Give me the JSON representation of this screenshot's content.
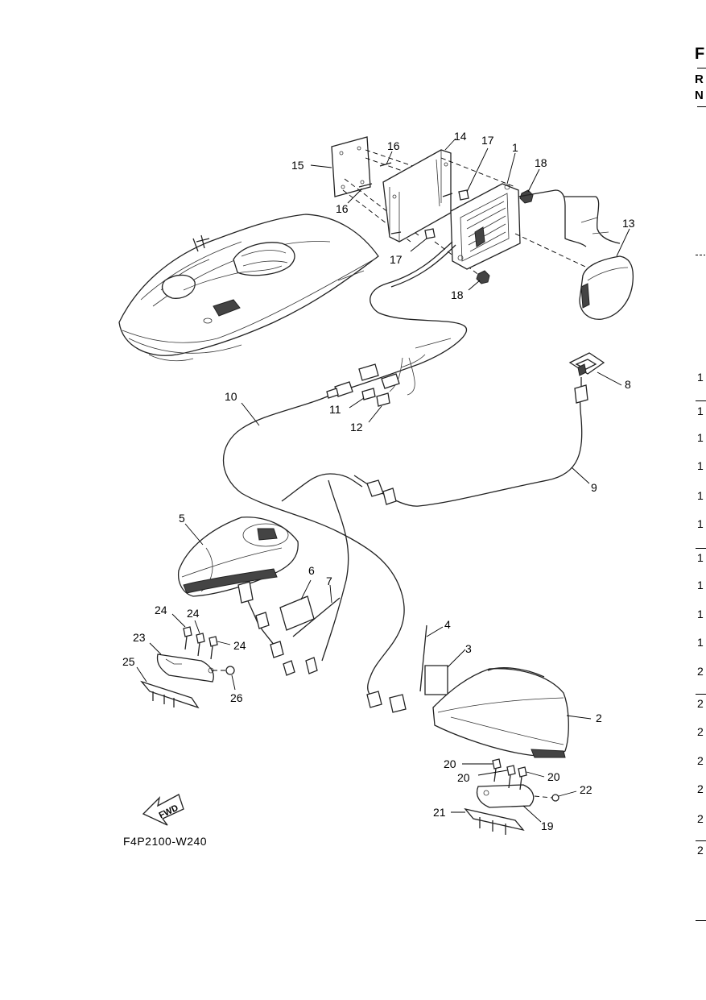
{
  "header": {
    "section_letter": "F",
    "row_r": "R",
    "row_n": "N"
  },
  "figure_code": "F4P2100-W240",
  "fwd_label": "FWD",
  "callouts": [
    "1",
    "2",
    "3",
    "4",
    "5",
    "6",
    "7",
    "8",
    "9",
    "10",
    "11",
    "12",
    "13",
    "14",
    "15",
    "16",
    "16",
    "17",
    "17",
    "18",
    "18",
    "19",
    "20",
    "20",
    "20",
    "21",
    "22",
    "23",
    "24",
    "24",
    "24",
    "25",
    "26"
  ],
  "right_column_marks": [
    "1",
    "1",
    "1",
    "1",
    "1",
    "1",
    "1",
    "1",
    "1",
    "1",
    "2",
    "2",
    "2",
    "2",
    "2",
    "2",
    "2"
  ]
}
